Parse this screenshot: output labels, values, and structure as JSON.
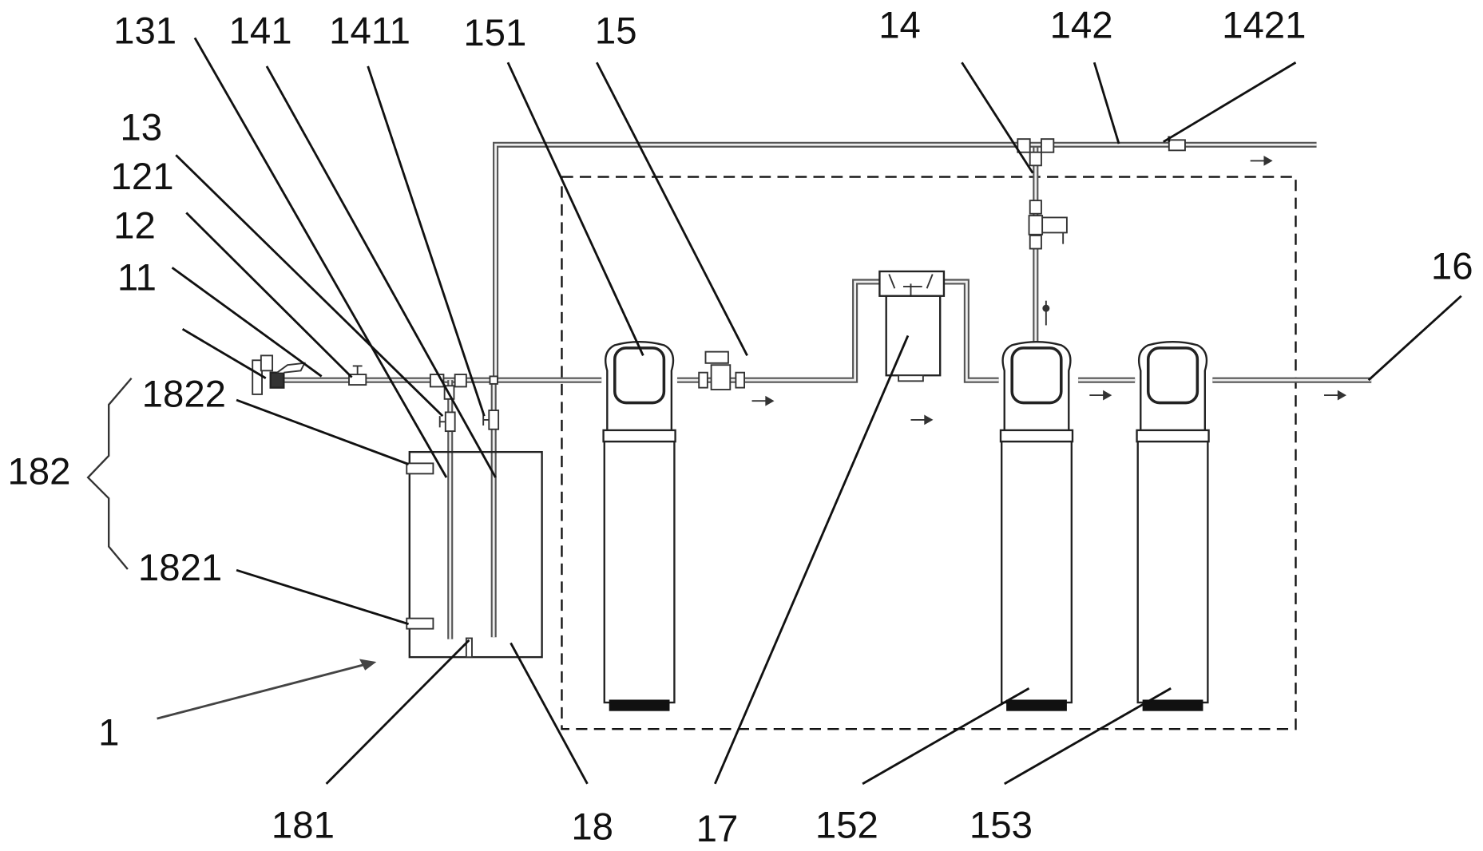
{
  "figure": {
    "type": "patent schematic - water treatment system",
    "colors": {
      "line": "#111111",
      "pipe": "#555555",
      "background": "#ffffff"
    }
  },
  "labels": {
    "l131": "131",
    "l141": "141",
    "l1411": "1411",
    "l151": "151",
    "l15": "15",
    "l14": "14",
    "l142": "142",
    "l1421": "1421",
    "l13": "13",
    "l121": "121",
    "l12": "12",
    "l11": "11",
    "l16": "16",
    "l1822": "1822",
    "l182": "182",
    "l1821": "1821",
    "l1": "1",
    "l181": "181",
    "l18": "18",
    "l17": "17",
    "l152": "152",
    "l153": "153"
  },
  "components": [
    {
      "id": "11",
      "name": "inlet valve"
    },
    {
      "id": "12",
      "name": "inlet pipe"
    },
    {
      "id": "121",
      "name": "pipe fitting"
    },
    {
      "id": "13",
      "name": "tee joint"
    },
    {
      "id": "131",
      "name": "branch valve"
    },
    {
      "id": "14",
      "name": "riser pipe"
    },
    {
      "id": "141",
      "name": "branch pipe"
    },
    {
      "id": "1411",
      "name": "branch valve"
    },
    {
      "id": "142",
      "name": "top pipe"
    },
    {
      "id": "1421",
      "name": "fitting"
    },
    {
      "id": "15",
      "name": "treatment unit (dashed enclosure)"
    },
    {
      "id": "151",
      "name": "first tank"
    },
    {
      "id": "152",
      "name": "second tank"
    },
    {
      "id": "153",
      "name": "third tank"
    },
    {
      "id": "16",
      "name": "outlet pipe"
    },
    {
      "id": "17",
      "name": "filter"
    },
    {
      "id": "18",
      "name": "brine tank"
    },
    {
      "id": "181",
      "name": "bottom fitting"
    },
    {
      "id": "182",
      "name": "level sensor group"
    },
    {
      "id": "1821",
      "name": "low level sensor"
    },
    {
      "id": "1822",
      "name": "high level sensor"
    },
    {
      "id": "1",
      "name": "system"
    }
  ]
}
